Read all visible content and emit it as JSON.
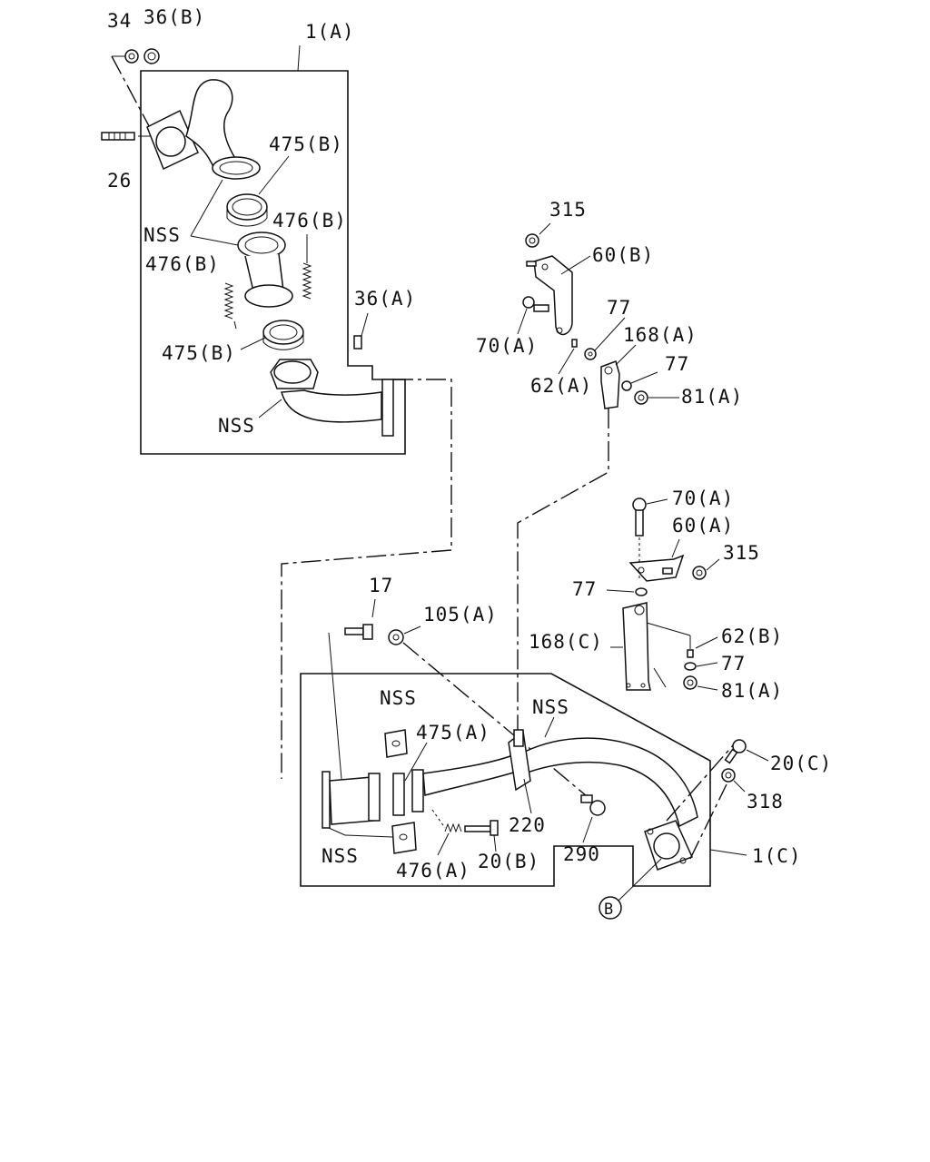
{
  "labels": {
    "l_34": "34",
    "l_36b": "36(B)",
    "l_1a": "1(A)",
    "l_26": "26",
    "l_475b_top": "475(B)",
    "l_476b_right": "476(B)",
    "l_nss_1": "NSS",
    "l_476b_left": "476(B)",
    "l_475b_bottom": "475(B)",
    "l_nss_2": "NSS",
    "l_36a": "36(A)",
    "l_315_top": "315",
    "l_60b": "60(B)",
    "l_70a_top": "70(A)",
    "l_77_a": "77",
    "l_168a": "168(A)",
    "l_62a": "62(A)",
    "l_77_b": "77",
    "l_81a_top": "81(A)",
    "l_70a_mid": "70(A)",
    "l_60a": "60(A)",
    "l_315_mid": "315",
    "l_77_c": "77",
    "l_17": "17",
    "l_105a": "105(A)",
    "l_168c": "168(C)",
    "l_62b": "62(B)",
    "l_77_d": "77",
    "l_81a_bottom": "81(A)",
    "l_nss_3": "NSS",
    "l_nss_4": "NSS",
    "l_475a": "475(A)",
    "l_20c": "20(C)",
    "l_318": "318",
    "l_220": "220",
    "l_290": "290",
    "l_nss_5": "NSS",
    "l_476a": "476(A)",
    "l_20b": "20(B)",
    "l_1c": "1(C)",
    "l_b": "B"
  }
}
